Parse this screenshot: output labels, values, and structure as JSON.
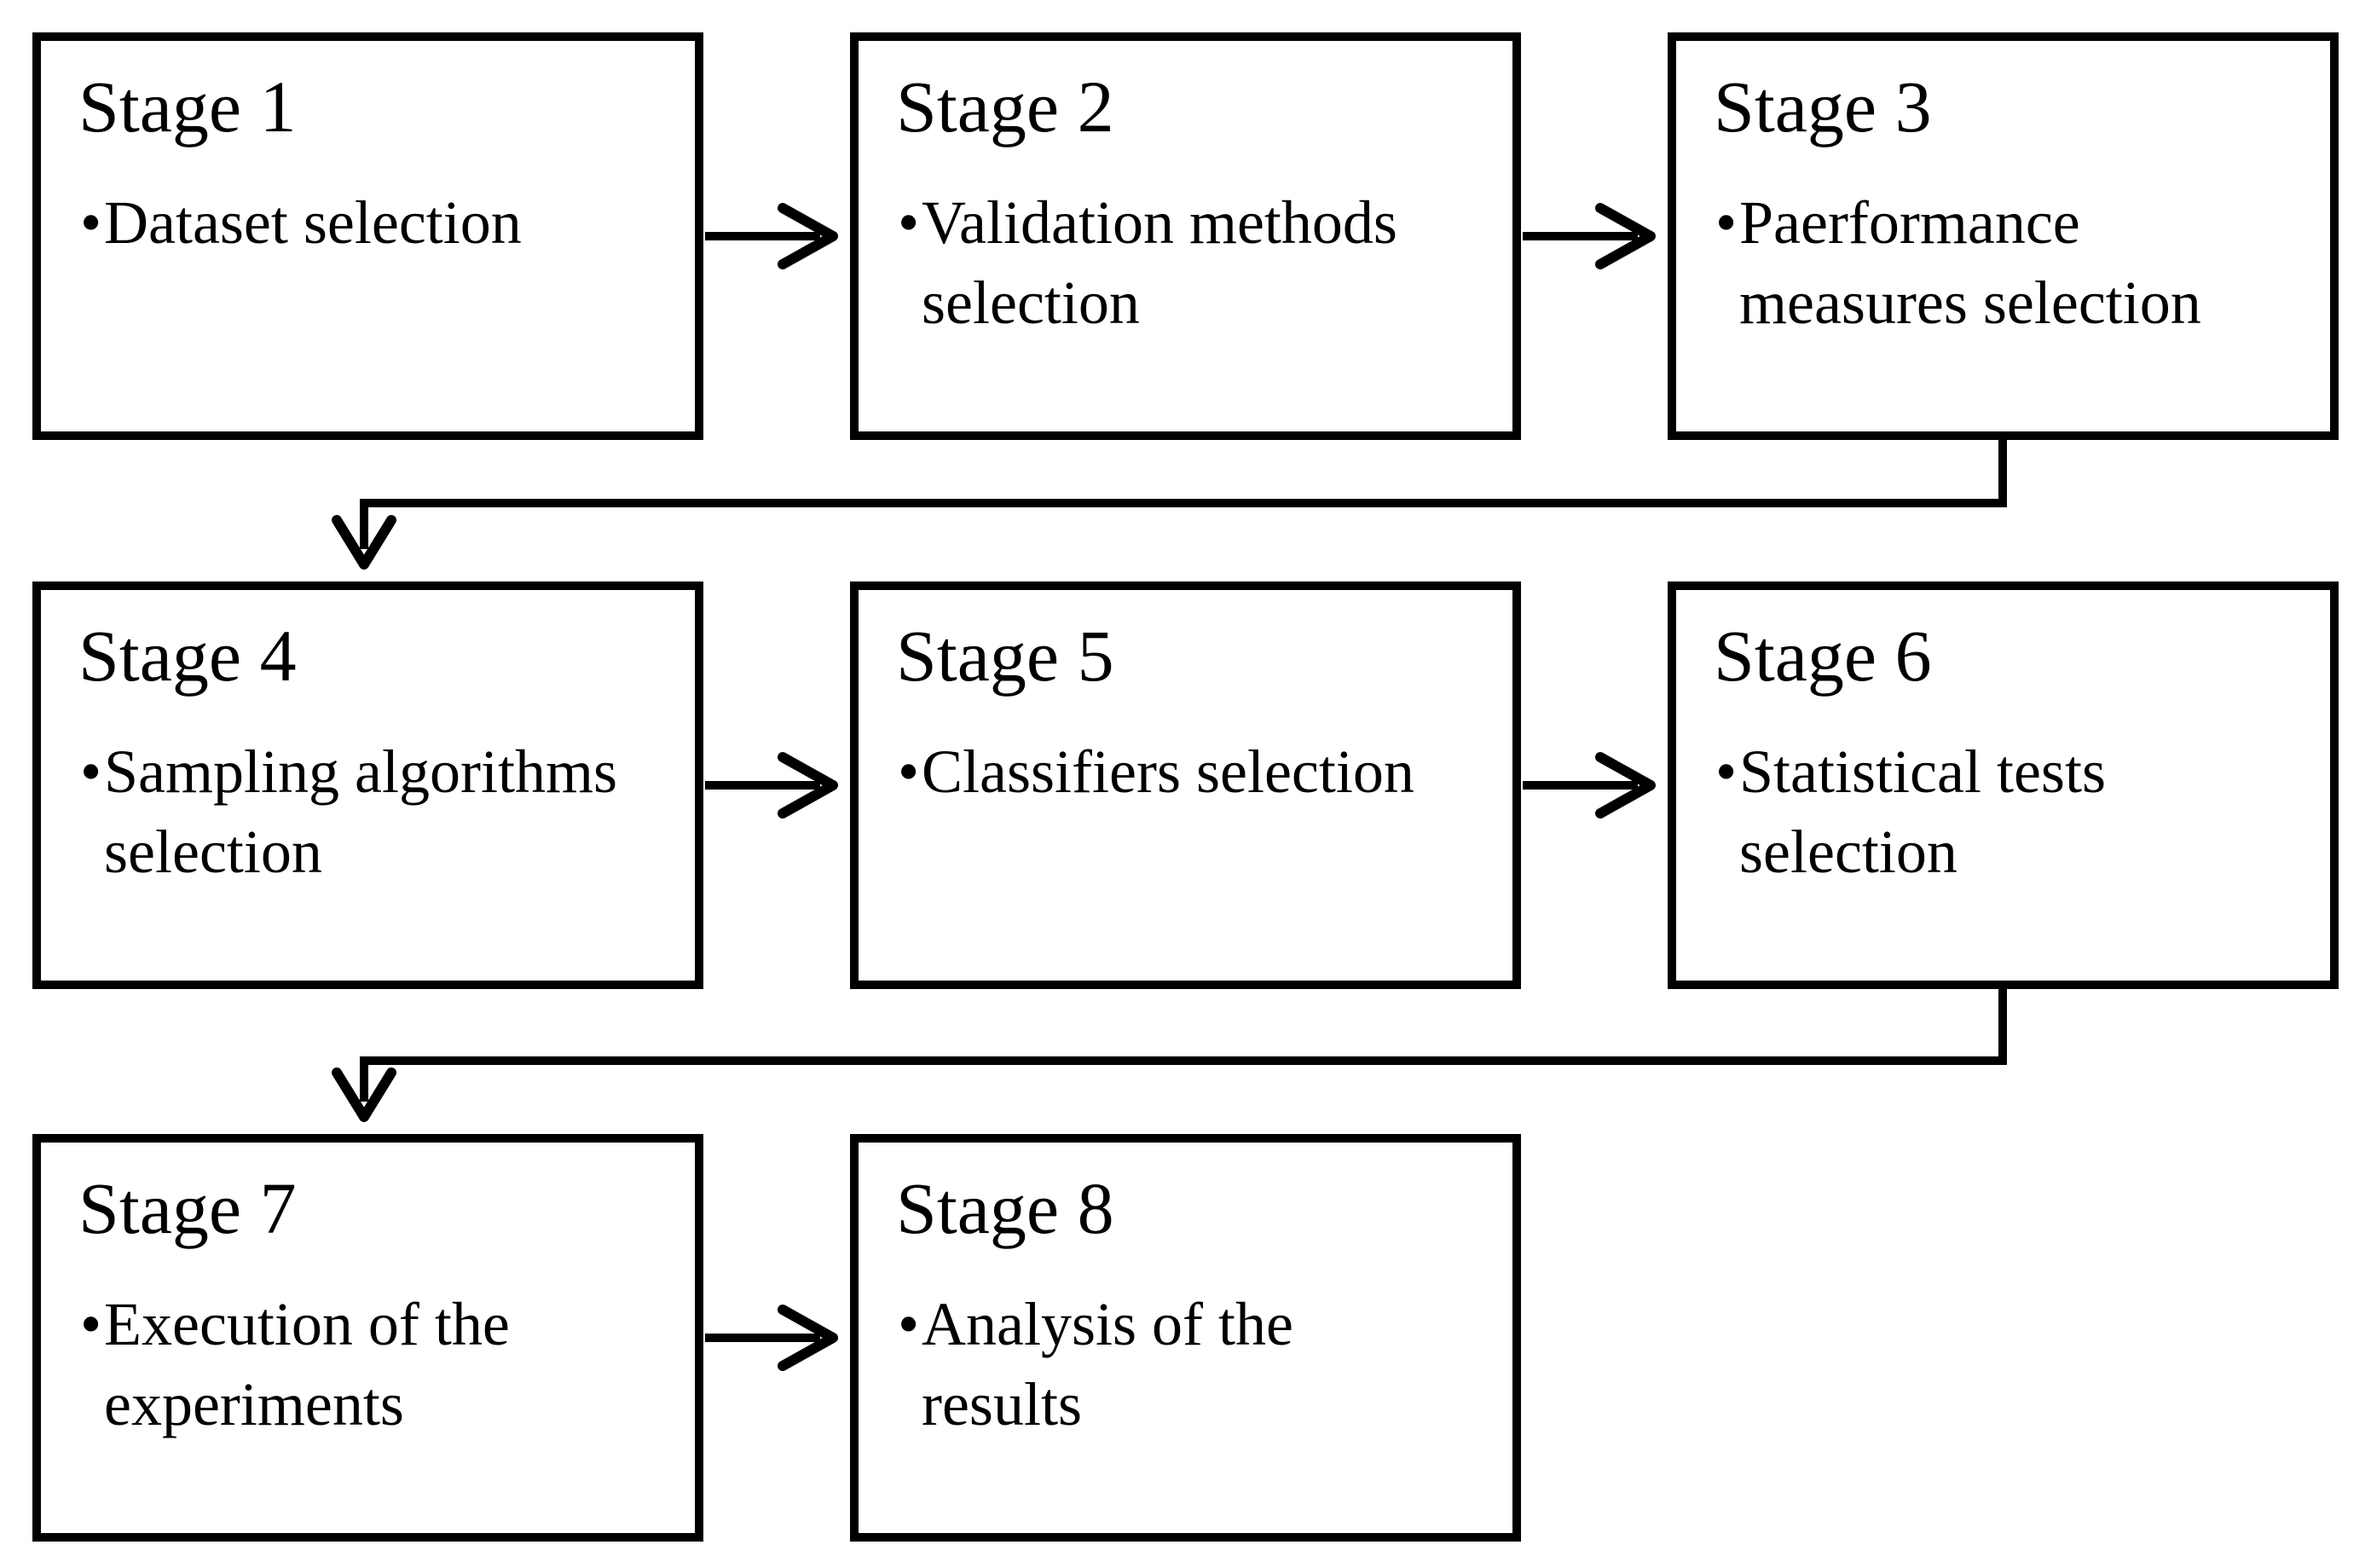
{
  "figure": {
    "type": "flowchart",
    "bullet_char": "•",
    "colors": {
      "background": "#ffffff",
      "stroke": "#000000",
      "text": "#000000"
    },
    "stages": [
      {
        "title": "Stage 1",
        "bullet": "Dataset selection"
      },
      {
        "title": "Stage 2",
        "bullet": "Validation methods selection"
      },
      {
        "title": "Stage 3",
        "bullet": "Paerformance measures selection"
      },
      {
        "title": "Stage 4",
        "bullet": "Sampling algorithms selection"
      },
      {
        "title": "Stage 5",
        "bullet": "Classifiers selection"
      },
      {
        "title": "Stage 6",
        "bullet": "Statistical tests selection"
      },
      {
        "title": "Stage 7",
        "bullet": "Execution of the experiments"
      },
      {
        "title": "Stage 8",
        "bullet": "Analysis of the results"
      }
    ],
    "connections": [
      {
        "from": "Stage 1",
        "to": "Stage 2",
        "type": "arrow-right"
      },
      {
        "from": "Stage 2",
        "to": "Stage 3",
        "type": "arrow-right"
      },
      {
        "from": "Stage 3",
        "to": "Stage 4",
        "type": "elbow-down"
      },
      {
        "from": "Stage 4",
        "to": "Stage 5",
        "type": "arrow-right"
      },
      {
        "from": "Stage 5",
        "to": "Stage 6",
        "type": "arrow-right"
      },
      {
        "from": "Stage 6",
        "to": "Stage 7",
        "type": "elbow-down"
      },
      {
        "from": "Stage 7",
        "to": "Stage 8",
        "type": "arrow-right"
      }
    ]
  }
}
